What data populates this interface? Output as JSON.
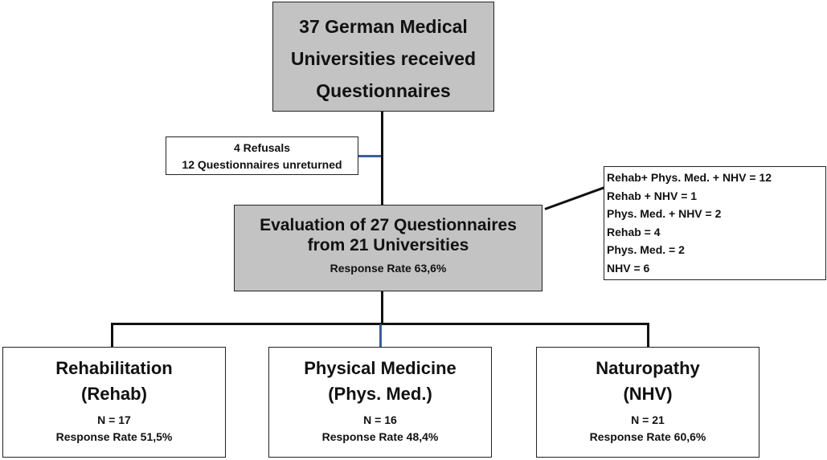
{
  "top_box": {
    "line1": "37 German Medical",
    "line2": "Universities received",
    "line3": "Questionnaires"
  },
  "excluded": {
    "line1": "4  Refusals",
    "line2": "12 Questionnaires unreturned"
  },
  "evaluation": {
    "line1": "Evaluation of 27 Questionnaires",
    "line2": "from 21 Universities",
    "rate": "Response  Rate 63,6%"
  },
  "combinations": [
    "Rehab+ Phys.  Med. + NHV = 12",
    "Rehab + NHV = 1",
    "Phys. Med. + NHV = 2",
    "Rehab = 4",
    "Phys.  Med. = 2",
    "NHV = 6"
  ],
  "groups": [
    {
      "title": "Rehabilitation",
      "abbr": "(Rehab)",
      "n": "N = 17",
      "rate": "Response  Rate 51,5%"
    },
    {
      "title": "Physical Medicine",
      "abbr": "(Phys. Med.)",
      "n": "N = 16",
      "rate": "Response  Rate 48,4%"
    },
    {
      "title": "Naturopathy",
      "abbr": "(NHV)",
      "n": "N = 21",
      "rate": "Response  Rate 60,6%"
    }
  ],
  "colors": {
    "box_fill": "#c3c3c3",
    "connector_blue": "#3c5f96"
  }
}
